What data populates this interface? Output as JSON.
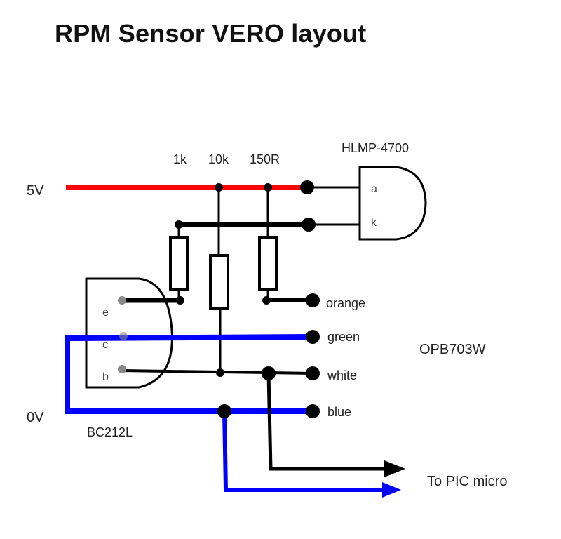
{
  "title": "RPM Sensor VERO layout",
  "colors": {
    "supply_5v": "#ff0000",
    "ground_0v": "#0000ff",
    "wire": "#000000",
    "pin": "#888888"
  },
  "rails": {
    "supply_label": "5V",
    "ground_label": "0V"
  },
  "resistors": [
    {
      "label": "1k"
    },
    {
      "label": "10k"
    },
    {
      "label": "150R"
    }
  ],
  "led": {
    "part": "HLMP-4700",
    "pins": [
      "a",
      "k"
    ]
  },
  "transistor": {
    "part": "BC212L",
    "pins": [
      "e",
      "c",
      "b"
    ]
  },
  "sensor": {
    "part": "OPB703W",
    "wires": [
      "orange",
      "green",
      "white",
      "blue"
    ]
  },
  "output_label": "To PIC micro"
}
